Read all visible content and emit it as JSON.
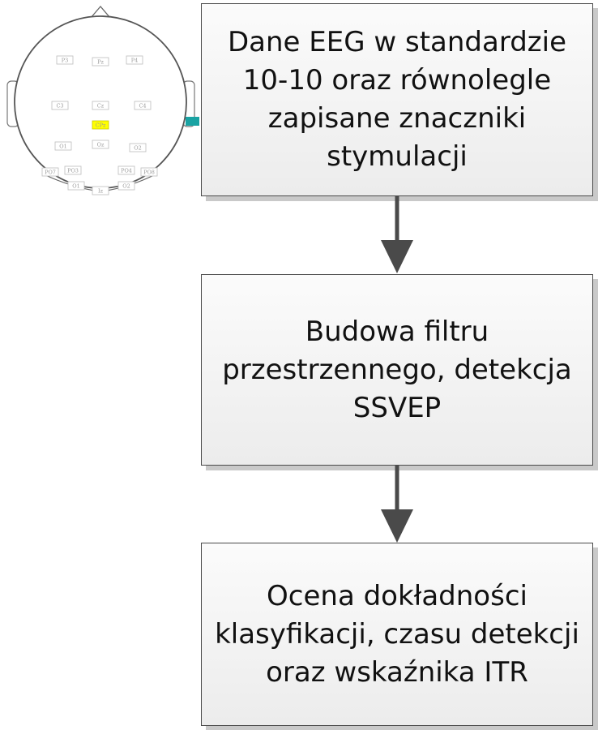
{
  "flowchart": {
    "steps": [
      {
        "text": "Dane EEG w standardzie\n10-10 oraz równolegle\nzapisane znaczniki\nstymulacji"
      },
      {
        "text": "Budowa filtru\nprzestrzennego, detekcja\nSSVEP"
      },
      {
        "text": "Ocena dokładności\nklasyfikacji, czasu detekcji\noraz wskaźnika ITR"
      }
    ]
  },
  "head_map": {
    "electrodes": [
      {
        "label": "P3"
      },
      {
        "label": "Pz"
      },
      {
        "label": "P4"
      },
      {
        "label": "C3"
      },
      {
        "label": "Cz"
      },
      {
        "label": "C4"
      },
      {
        "label": "CPz"
      },
      {
        "label": "O1"
      },
      {
        "label": "Oz"
      },
      {
        "label": "O2"
      },
      {
        "label": "PO7"
      },
      {
        "label": "PO3"
      },
      {
        "label": "PO4"
      },
      {
        "label": "PO8"
      },
      {
        "label": "O1"
      },
      {
        "label": "Iz"
      },
      {
        "label": "O2"
      }
    ],
    "colors": {
      "highlight": "#ffff00",
      "accent": "#1aa3a3",
      "outline": "#555555"
    }
  }
}
